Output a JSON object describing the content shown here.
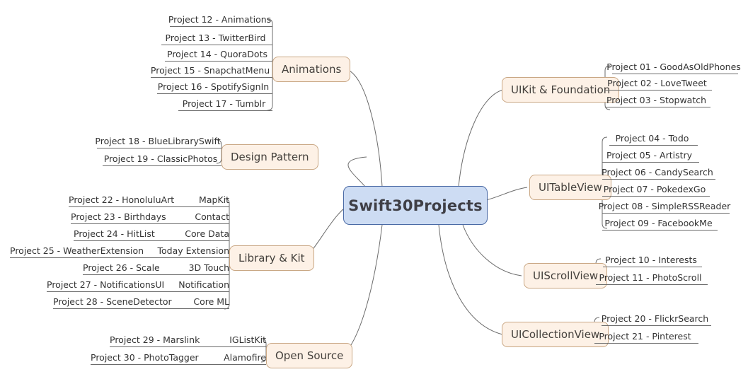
{
  "root": {
    "label": "Swift30Projects"
  },
  "colors": {
    "root_fill": "#cddcf3",
    "root_border": "#4a6aa5",
    "branch_fill": "#fdf1e6",
    "branch_border": "#c9a784",
    "edge": "#6b6b6b",
    "text": "#333333",
    "background": "#ffffff"
  },
  "branches": [
    {
      "id": "animations",
      "label": "Animations",
      "side": "left",
      "leaves": [
        {
          "title": "Project 12 - Animations",
          "tag": ""
        },
        {
          "title": "Project 13 - TwitterBird",
          "tag": ""
        },
        {
          "title": "Project 14 - QuoraDots",
          "tag": ""
        },
        {
          "title": "Project 15 - SnapchatMenu",
          "tag": ""
        },
        {
          "title": "Project 16 - SpotifySignIn",
          "tag": ""
        },
        {
          "title": "Project 17 - Tumblr",
          "tag": ""
        }
      ]
    },
    {
      "id": "design-pattern",
      "label": "Design Pattern",
      "side": "left",
      "leaves": [
        {
          "title": "Project 18 - BlueLibrarySwift",
          "tag": ""
        },
        {
          "title": "Project 19 - ClassicPhotos",
          "tag": ""
        }
      ]
    },
    {
      "id": "library-kit",
      "label": "Library & Kit",
      "side": "left",
      "leaves": [
        {
          "title": "Project 22 - HonoluluArt",
          "tag": "MapKit"
        },
        {
          "title": "Project 23 - Birthdays",
          "tag": "Contact"
        },
        {
          "title": "Project 24 - HitList",
          "tag": "Core Data"
        },
        {
          "title": "Project 25 - WeatherExtension",
          "tag": "Today Extension"
        },
        {
          "title": "Project 26 - Scale",
          "tag": "3D Touch"
        },
        {
          "title": "Project 27 - NotificationsUI",
          "tag": "Notification"
        },
        {
          "title": "Project 28 - SceneDetector",
          "tag": "Core ML"
        }
      ]
    },
    {
      "id": "open-source",
      "label": "Open Source",
      "side": "left",
      "leaves": [
        {
          "title": "Project 29 - Marslink",
          "tag": "IGListKit"
        },
        {
          "title": "Project 30 - PhotoTagger",
          "tag": "Alamofire"
        }
      ]
    },
    {
      "id": "uikit-foundation",
      "label": "UIKit & Foundation",
      "side": "right",
      "leaves": [
        {
          "title": "Project 01 - GoodAsOldPhones",
          "tag": ""
        },
        {
          "title": "Project 02 - LoveTweet",
          "tag": ""
        },
        {
          "title": "Project 03 - Stopwatch",
          "tag": ""
        }
      ]
    },
    {
      "id": "uitableview",
      "label": "UITableView",
      "side": "right",
      "leaves": [
        {
          "title": "Project 04 - Todo",
          "tag": ""
        },
        {
          "title": "Project 05 - Artistry",
          "tag": ""
        },
        {
          "title": "Project 06 - CandySearch",
          "tag": ""
        },
        {
          "title": "Project 07 - PokedexGo",
          "tag": ""
        },
        {
          "title": "Project 08 - SimpleRSSReader",
          "tag": ""
        },
        {
          "title": "Project 09 - FacebookMe",
          "tag": ""
        }
      ]
    },
    {
      "id": "uiscrollview",
      "label": "UIScrollView",
      "side": "right",
      "leaves": [
        {
          "title": "Project 10 - Interests",
          "tag": ""
        },
        {
          "title": "Project 11 - PhotoScroll",
          "tag": ""
        }
      ]
    },
    {
      "id": "uicollectionview",
      "label": "UICollectionView",
      "side": "right",
      "leaves": [
        {
          "title": "Project 20 - FlickrSearch",
          "tag": ""
        },
        {
          "title": "Project  21 - Pinterest",
          "tag": ""
        }
      ]
    }
  ]
}
